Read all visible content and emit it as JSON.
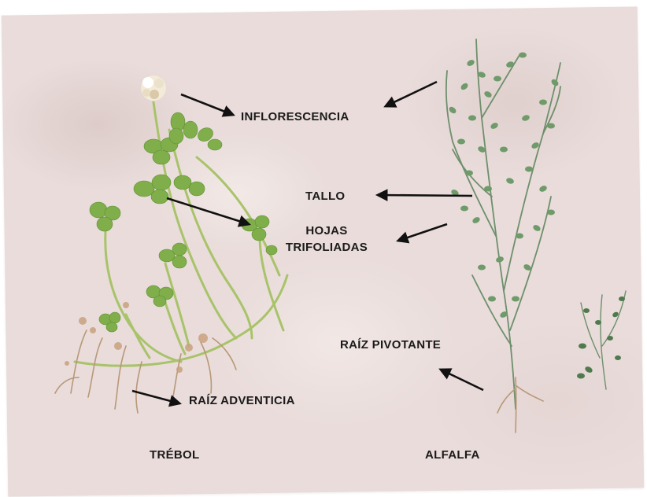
{
  "labels": {
    "inflorescencia": "INFLORESCENCIA",
    "tallo": "TALLO",
    "hojas_line1": "HOJAS",
    "hojas_line2": "TRIFOLIADAS",
    "raiz_pivotante": "RAÍZ PIVOTANTE",
    "raiz_adventicia": "RAÍZ ADVENTICIA"
  },
  "captions": {
    "left_plant": "TRÉBOL",
    "right_plant": "ALFALFA"
  },
  "colors": {
    "background": "#e9dcda",
    "text": "#1a1a1a",
    "arrow": "#111111",
    "clover_leaf": "#7fae4a",
    "alfalfa_leaf": "#6f9a6a",
    "root": "#b89878"
  }
}
